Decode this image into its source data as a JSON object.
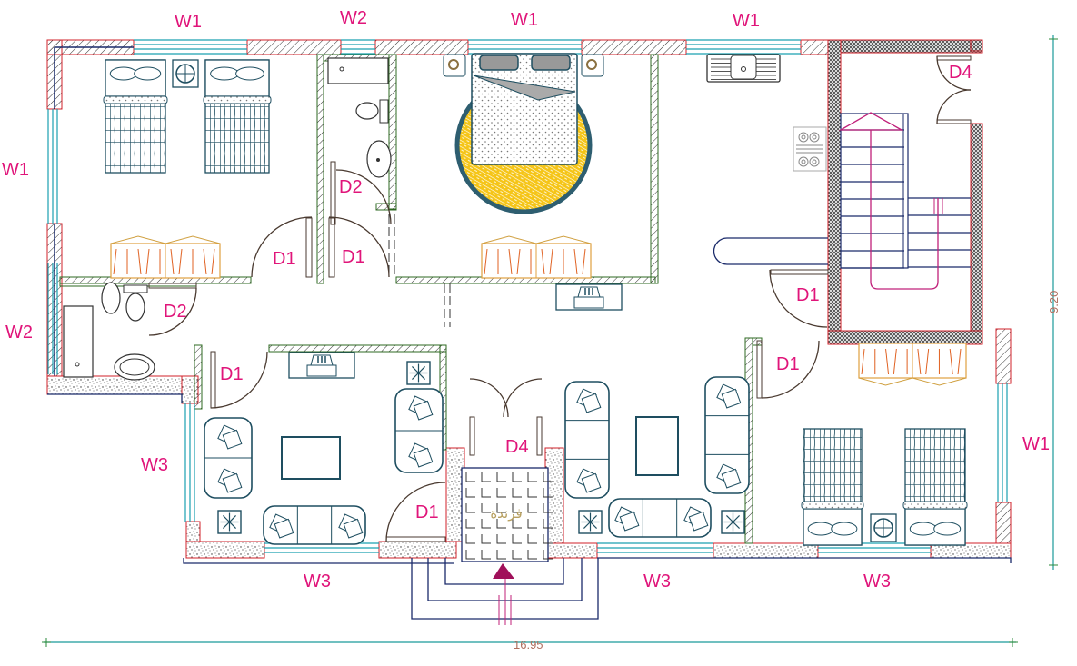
{
  "title": "Ground floor plan",
  "dimensions": {
    "overall_width": "16.95",
    "overall_depth": "9.20"
  },
  "window_labels": {
    "top_bedroom1": "W1",
    "top_bath": "W2",
    "top_master": "W1",
    "top_kitchen": "W1",
    "left_bedroom1": "W1",
    "left_bath": "W2",
    "left_living": "W3",
    "bottom_living": "W3",
    "bottom_salon": "W3",
    "bottom_bedroom2": "W3",
    "right_bedroom2": "W1"
  },
  "door_labels": {
    "bedroom1": "D1",
    "master": "D1",
    "bath_small": "D2",
    "bath_main": "D2",
    "living": "D1",
    "entrance_hall": "D1",
    "entrance": "D4",
    "kitchen": "D1",
    "bedroom2": "D1",
    "stair_exit": "D4"
  },
  "entrance_text": "فرندة",
  "colors": {
    "label": "#e0157a",
    "wall_outline": "#d0202a",
    "wall_core": "#1a2a6a",
    "partition": "#2e6a20",
    "window": "#1aa0b0",
    "furniture": "#1e4e60",
    "wardrobe": "#e07020",
    "rug": "#f5c518",
    "dimension": "#1a9a9a",
    "stair_arrow": "#c0207a"
  }
}
